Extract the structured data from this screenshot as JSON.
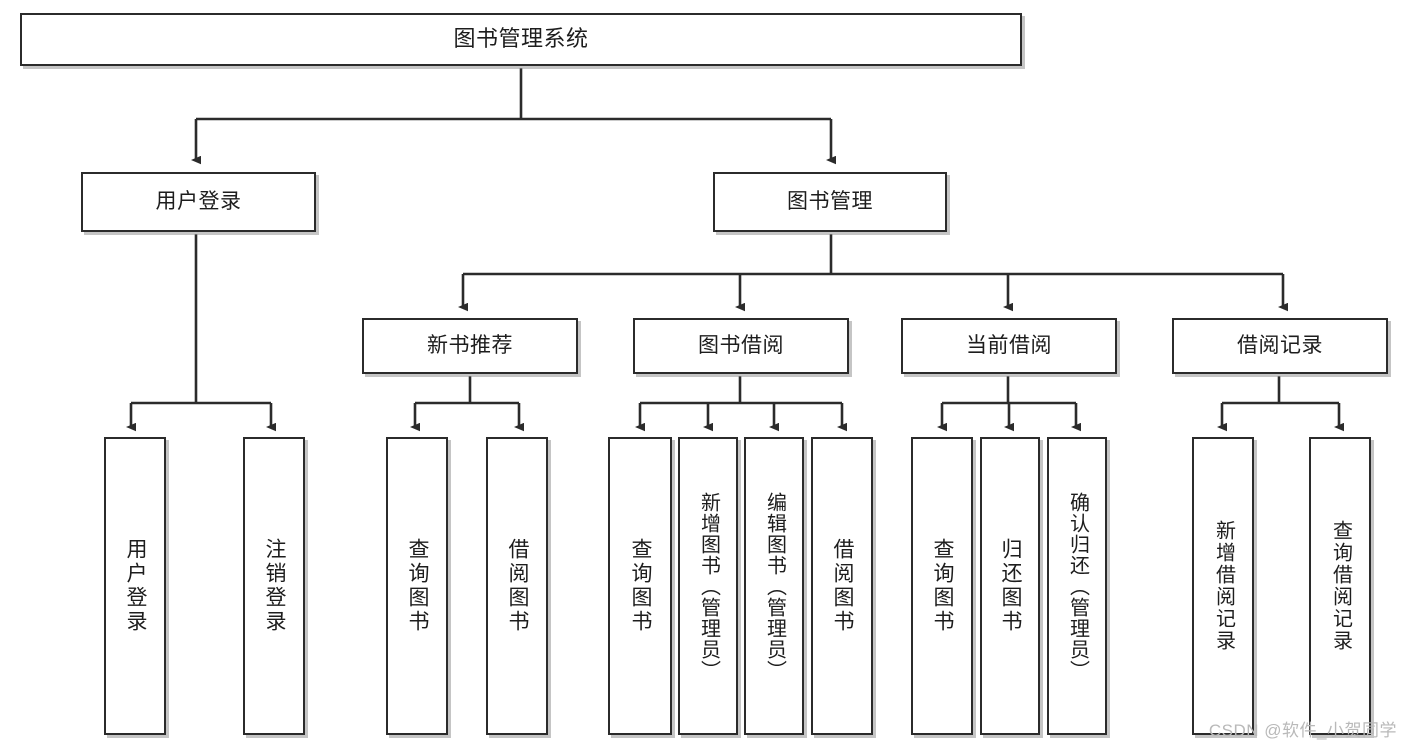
{
  "diagram": {
    "title": "图书管理系统",
    "watermark": "CSDN @软件_小贺同学",
    "colors": {
      "box_border": "#2b2b2b",
      "box_fill": "#ffffff",
      "edge": "#2b2b2b",
      "text": "#1d1d1d",
      "watermark": "#b9b9b9",
      "shadow": "#969696"
    }
  },
  "nodes": {
    "root": {
      "label": "图书管理系统"
    },
    "level2": [
      {
        "id": "user-login",
        "label": "用户登录"
      },
      {
        "id": "book-management",
        "label": "图书管理"
      }
    ],
    "level3": [
      {
        "id": "new-book-recommend",
        "label": "新书推荐"
      },
      {
        "id": "book-borrow",
        "label": "图书借阅"
      },
      {
        "id": "current-borrow",
        "label": "当前借阅"
      },
      {
        "id": "borrow-record",
        "label": "借阅记录"
      }
    ],
    "leaves": {
      "user_login": [
        {
          "id": "leaf-user-login",
          "label": "用户登录"
        },
        {
          "id": "leaf-logout-login",
          "label": "注销登录"
        }
      ],
      "new_book_recommend": [
        {
          "id": "leaf-query-book-1",
          "label": "查询图书"
        },
        {
          "id": "leaf-borrow-book-1",
          "label": "借阅图书"
        }
      ],
      "book_borrow": [
        {
          "id": "leaf-query-book-2",
          "label": "查询图书"
        },
        {
          "id": "leaf-add-book",
          "label": "新增图书（管理员）"
        },
        {
          "id": "leaf-edit-book",
          "label": "编辑图书（管理员）"
        },
        {
          "id": "leaf-borrow-book-2",
          "label": "借阅图书"
        }
      ],
      "current_borrow": [
        {
          "id": "leaf-query-book-3",
          "label": "查询图书"
        },
        {
          "id": "leaf-return-book",
          "label": "归还图书"
        },
        {
          "id": "leaf-confirm-return",
          "label": "确认归还（管理员）"
        }
      ],
      "borrow_record": [
        {
          "id": "leaf-add-record",
          "label": "新增借阅记录"
        },
        {
          "id": "leaf-query-record",
          "label": "查询借阅记录"
        }
      ]
    }
  },
  "chart_data": {
    "type": "table",
    "title": "图书管理系统",
    "hierarchy": [
      {
        "label": "图书管理系统",
        "children": [
          {
            "label": "用户登录",
            "children": [
              {
                "label": "用户登录"
              },
              {
                "label": "注销登录"
              }
            ]
          },
          {
            "label": "图书管理",
            "children": [
              {
                "label": "新书推荐",
                "children": [
                  {
                    "label": "查询图书"
                  },
                  {
                    "label": "借阅图书"
                  }
                ]
              },
              {
                "label": "图书借阅",
                "children": [
                  {
                    "label": "查询图书"
                  },
                  {
                    "label": "新增图书（管理员）"
                  },
                  {
                    "label": "编辑图书（管理员）"
                  },
                  {
                    "label": "借阅图书"
                  }
                ]
              },
              {
                "label": "当前借阅",
                "children": [
                  {
                    "label": "查询图书"
                  },
                  {
                    "label": "归还图书"
                  },
                  {
                    "label": "确认归还（管理员）"
                  }
                ]
              },
              {
                "label": "借阅记录",
                "children": [
                  {
                    "label": "新增借阅记录"
                  },
                  {
                    "label": "查询借阅记录"
                  }
                ]
              }
            ]
          }
        ]
      }
    ]
  }
}
